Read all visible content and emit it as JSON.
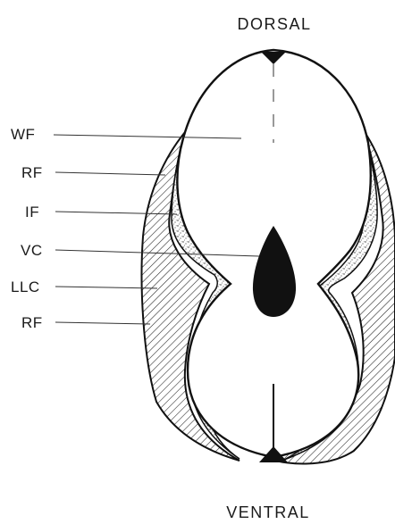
{
  "diagram": {
    "top_label": "DORSAL",
    "bottom_label": "VENTRAL",
    "structures": {
      "wf": "WF",
      "rf_upper": "RF",
      "if": "IF",
      "vc": "VC",
      "llc": "LLC",
      "rf_lower": "RF"
    },
    "colors": {
      "ink": "#111111",
      "background": "#ffffff"
    }
  }
}
